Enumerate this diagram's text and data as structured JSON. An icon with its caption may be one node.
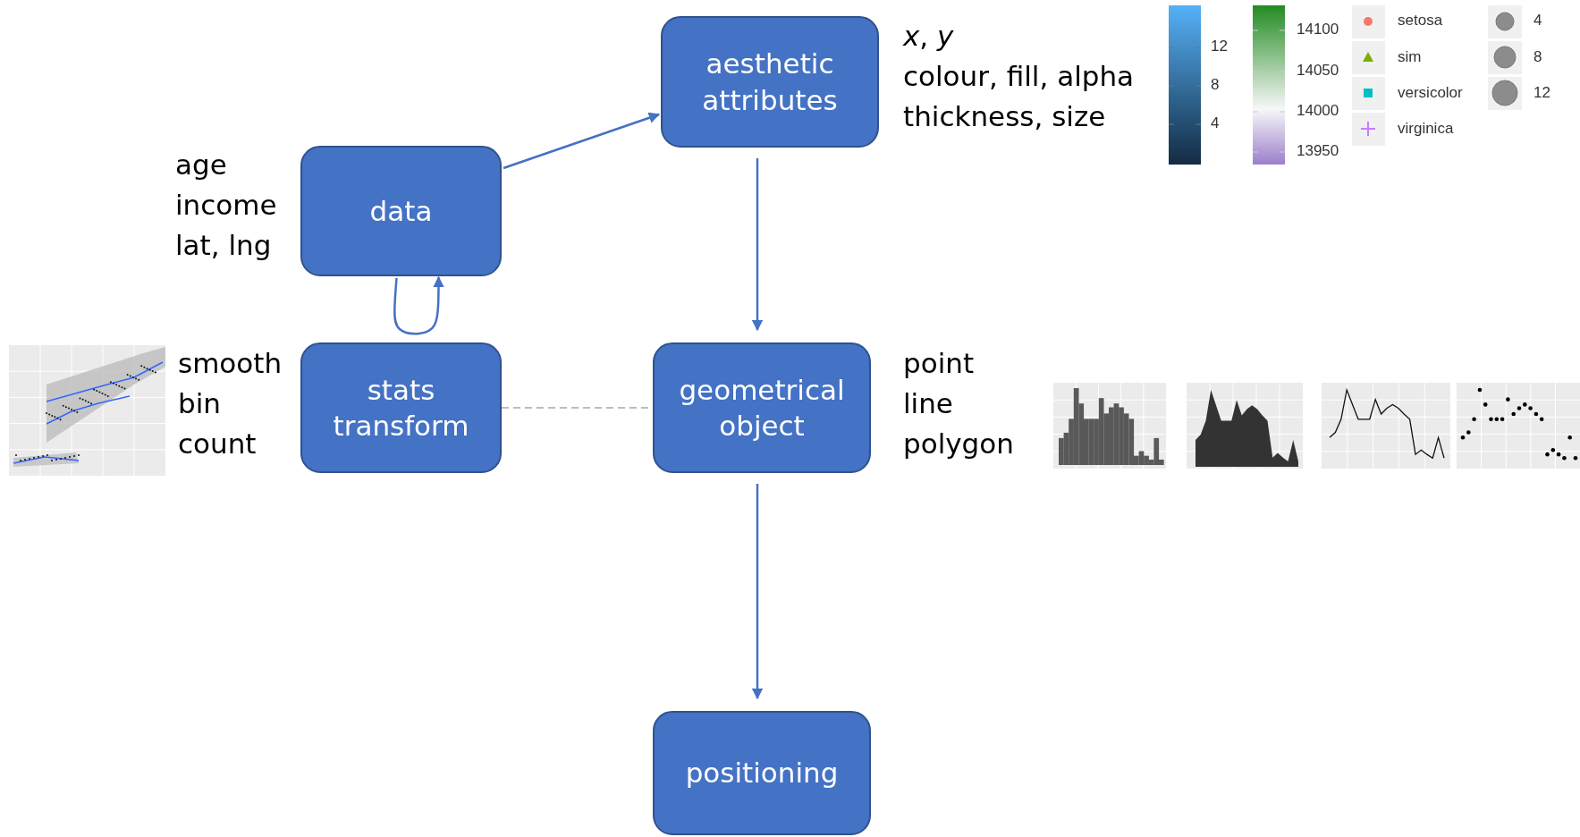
{
  "diagram": {
    "nodes": [
      {
        "text": [
          "aesthetic attributes"
        ],
        "beside": [
          "*x*, *y*",
          "colour, fill, alpha",
          "thickness, size"
        ]
      },
      {
        "text": [
          "data"
        ],
        "beside": [
          "age",
          "income",
          "lat, lng"
        ]
      },
      {
        "text": [
          "stats transform"
        ],
        "beside": [
          "smooth",
          "bin",
          "count"
        ]
      },
      {
        "text": [
          "geometrical object"
        ],
        "beside": [
          "point",
          "line",
          "polygon"
        ]
      },
      {
        "text": [
          "positioning"
        ]
      }
    ],
    "edges": [
      {
        "from": 1,
        "to": 0,
        "arrow": "to"
      },
      {
        "from": 0,
        "to": 3,
        "arrow": "to"
      },
      {
        "from": 3,
        "to": 4,
        "arrow": "to"
      },
      {
        "from": 1,
        "to": 1,
        "arrow": "to"
      },
      {
        "from": 2,
        "to": 3,
        "arrow": "none",
        "style": "dashed",
        "color": "#a6a6a6"
      }
    ],
    "labels": [
      "12",
      "8",
      "4",
      "14100",
      "14050",
      "14000",
      "13950",
      "setosa",
      "sim",
      "versicolor",
      "virginica",
      "4",
      "8",
      "12"
    ]
  }
}
